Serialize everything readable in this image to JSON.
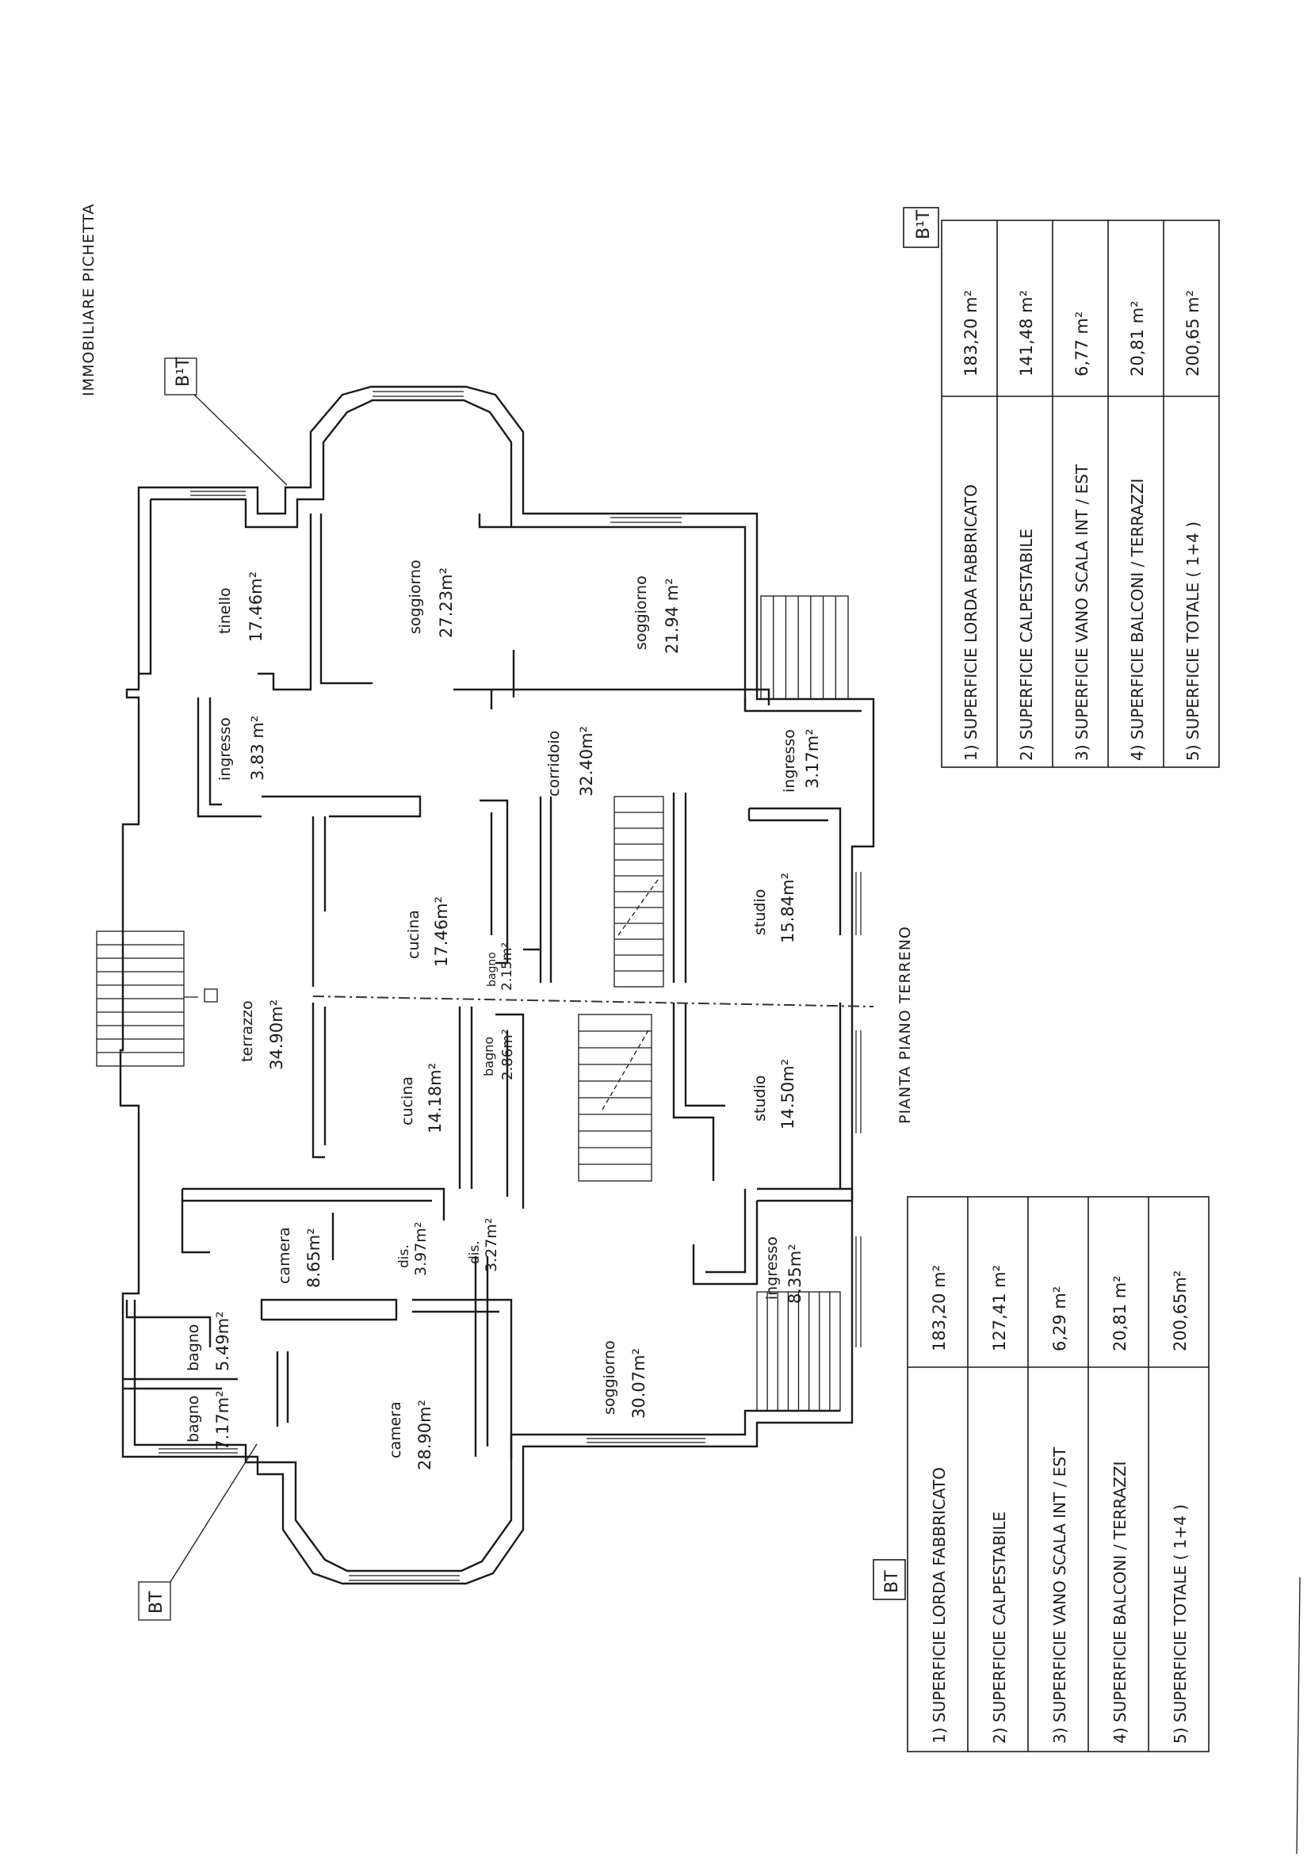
{
  "document": {
    "owner": "IMMOBILIARE PICHETTA",
    "plan_title": "PIANTA PIANO TERRENO"
  },
  "section_markers": {
    "top_marker": "B¹T",
    "bottom_marker": "BT"
  },
  "rooms_upper_unit": [
    {
      "name": "tinello",
      "area": "17.46m²"
    },
    {
      "name": "soggiorno",
      "area": "27.23m²"
    },
    {
      "name": "soggiorno",
      "area": "21.94 m²"
    },
    {
      "name": "ingresso",
      "area": "3.83 m²"
    },
    {
      "name": "corridoio",
      "area": "32.40m²"
    },
    {
      "name": "ingresso",
      "area": "3.17m²"
    },
    {
      "name": "cucina",
      "area": "17.46m²"
    },
    {
      "name": "bagno",
      "area": "2.15m²"
    },
    {
      "name": "studio",
      "area": "15.84m²"
    }
  ],
  "rooms_shared": [
    {
      "name": "terrazzo",
      "area": "34.90m²"
    }
  ],
  "rooms_lower_unit": [
    {
      "name": "cucina",
      "area": "14.18m²"
    },
    {
      "name": "bagno",
      "area": "2.86m²"
    },
    {
      "name": "studio",
      "area": "14.50m²"
    },
    {
      "name": "camera",
      "area": "8.65m²"
    },
    {
      "name": "dis.",
      "area": "3.97m²"
    },
    {
      "name": "dis.",
      "area": "3.27m²"
    },
    {
      "name": "ingresso",
      "area": "8.35m²"
    },
    {
      "name": "bagno",
      "area": "5.49m²"
    },
    {
      "name": "bagno",
      "area": "7.17m²"
    },
    {
      "name": "camera",
      "area": "28.90m²"
    },
    {
      "name": "soggiorno",
      "area": "30.07m²"
    }
  ],
  "table_top": {
    "marker": "B¹T",
    "rows": [
      {
        "label": "1) SUPERFICIE LORDA FABBRICATO",
        "value": "183,20 m²"
      },
      {
        "label": "2) SUPERFICIE CALPESTABILE",
        "value": "141,48 m²"
      },
      {
        "label": "3) SUPERFICIE VANO SCALA INT / EST",
        "value": "6,77 m²"
      },
      {
        "label": "4) SUPERFICIE BALCONI / TERRAZZI",
        "value": "20,81 m²"
      },
      {
        "label": "5) SUPERFICIE TOTALE ( 1+4 )",
        "value": "200,65 m²"
      }
    ]
  },
  "table_bottom": {
    "marker": "BT",
    "rows": [
      {
        "label": "1) SUPERFICIE LORDA FABBRICATO",
        "value": "183,20 m²"
      },
      {
        "label": "2) SUPERFICIE CALPESTABILE",
        "value": "127,41 m²"
      },
      {
        "label": "3) SUPERFICIE VANO SCALA INT / EST",
        "value": "6,29 m²"
      },
      {
        "label": "4) SUPERFICIE BALCONI / TERRAZZI",
        "value": "20,81 m²"
      },
      {
        "label": "5) SUPERFICIE TOTALE ( 1+4 )",
        "value": "200,65m²"
      }
    ]
  }
}
